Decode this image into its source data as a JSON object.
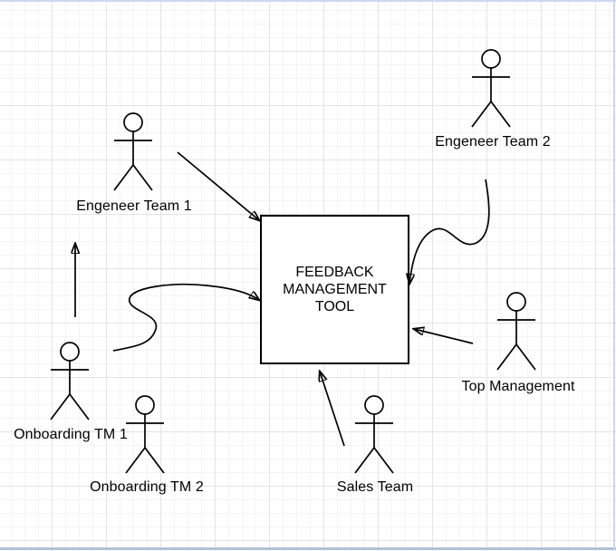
{
  "canvas": {
    "background_color": "#ffffff",
    "grid_minor_color": "#f4f4f6",
    "grid_major_color": "#e3e4e8",
    "page_edge_top_color": "#ccd8f0",
    "page_edge_bottom_color": "#b2bfd6",
    "page_edge_right_color": "#ccd6ea",
    "shape_stroke_color": "#000000"
  },
  "diagram": {
    "central_box": {
      "label": "FEEDBACK MANAGEMENT TOOL",
      "lines": {
        "0": "FEEDBACK",
        "1": "MANAGEMENT",
        "2": "TOOL"
      }
    },
    "actors": {
      "0": {
        "id": "engeneer-team-1",
        "label": "Engeneer Team 1"
      },
      "1": {
        "id": "engeneer-team-2",
        "label": "Engeneer Team 2"
      },
      "2": {
        "id": "onboarding-tm-1",
        "label": "Onboarding TM 1"
      },
      "3": {
        "id": "onboarding-tm-2",
        "label": "Onboarding TM 2"
      },
      "4": {
        "id": "sales-team",
        "label": "Sales Team"
      },
      "5": {
        "id": "top-management",
        "label": "Top Management"
      }
    },
    "connections": {
      "0": "Engeneer Team 1 -> Feedback Management Tool",
      "1": "Engeneer Team 2 -> Feedback Management Tool",
      "2": "Onboarding TM 1 -> upward arrow",
      "3": "Onboarding TM 1 -> Feedback Management Tool (s-curve)",
      "4": "Sales Team -> Feedback Management Tool",
      "5": "Top Management -> Feedback Management Tool"
    }
  }
}
